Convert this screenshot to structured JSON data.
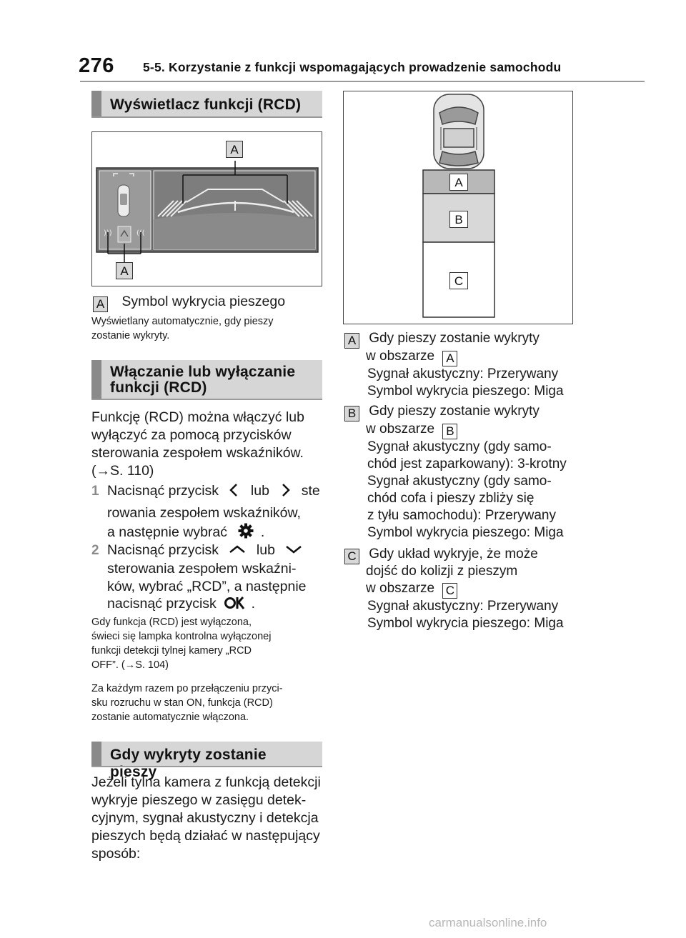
{
  "page": {
    "number": "276",
    "chapter": "5-5. Korzystanie z funkcji wspomagających prowadzenie samochodu"
  },
  "left": {
    "h1": "Wyświetlacz funkcji (RCD)",
    "fig_label_top": "A",
    "fig_label_bottom": "A",
    "legend_tag": "A",
    "legend_text": "Symbol wykrycia pieszego",
    "legend_note_1": "Wyświetlany automatycznie, gdy pieszy",
    "legend_note_2": "zostanie wykryty.",
    "h2_line1": "Włączanie lub wyłączanie",
    "h2_line2": "funkcji (RCD)",
    "p1_l1": "Funkcję (RCD) można włączyć lub",
    "p1_l2": "wyłączyć za pomocą przycisków",
    "p1_l3": "sterowania zespołem wskaźników.",
    "p1_l4": "(→S. 110)",
    "step1_num": "1",
    "step1_a": "Nacisnąć przycisk",
    "step1_b": "lub",
    "step1_c": "ste",
    "step1_l2": "rowania zespołem wskaźników,",
    "step1_l3a": "a następnie wybrać",
    "step1_l3b": ".",
    "step2_num": "2",
    "step2_a": "Nacisnąć przycisk",
    "step2_b": "lub",
    "step2_l2": "sterowania zespołem wskaźni-",
    "step2_l3": "ków, wybrać „RCD”, a następnie",
    "step2_l4a": "nacisnąć przycisk",
    "step2_l4b": ".",
    "note1_l1": "Gdy funkcja (RCD) jest wyłączona,",
    "note1_l2": "świeci się lampka kontrolna wyłączonej",
    "note1_l3": "funkcji detekcji tylnej kamery „RCD",
    "note1_l4": "OFF”. (→S. 104)",
    "note2_l1": "Za każdym razem po przełączeniu przyci-",
    "note2_l2": "sku rozruchu w stan ON, funkcja (RCD)",
    "note2_l3": "zostanie automatycznie włączona.",
    "h3": "Gdy wykryty zostanie pieszy",
    "p2_l1": "Jeżeli tylna kamera z funkcją detekcji",
    "p2_l2": "wykryje pieszego w zasięgu detek-",
    "p2_l3": "cyjnym, sygnał akustyczny i detekcja",
    "p2_l4": "pieszych będą działać w następujący",
    "p2_l5": "sposób:"
  },
  "right": {
    "zone_a": "A",
    "zone_b": "B",
    "zone_c": "C",
    "itemA_tag": "A",
    "itemA_l1": "Gdy pieszy zostanie wykryty",
    "itemA_l2": "w obszarze",
    "itemA_l2_tag": "A",
    "itemA_l3": "Sygnał akustyczny: Przerywany",
    "itemA_l4": "Symbol wykrycia pieszego: Miga",
    "itemB_tag": "B",
    "itemB_l1": "Gdy pieszy zostanie wykryty",
    "itemB_l2": "w obszarze",
    "itemB_l2_tag": "B",
    "itemB_l3": "Sygnał akustyczny (gdy samo-",
    "itemB_l4": "chód jest zaparkowany): 3-krotny",
    "itemB_l5": "Sygnał akustyczny (gdy samo-",
    "itemB_l6": "chód cofa i pieszy zbliży się",
    "itemB_l7": "z tyłu samochodu): Przerywany",
    "itemB_l8": "Symbol wykrycia pieszego: Miga",
    "itemC_tag": "C",
    "itemC_l1": "Gdy układ wykryje, że może",
    "itemC_l2": "dojść do kolizji z pieszym",
    "itemC_l3": "w obszarze",
    "itemC_l3_tag": "C",
    "itemC_l4": "Sygnał akustyczny: Przerywany",
    "itemC_l5": "Symbol wykrycia pieszego: Miga"
  },
  "watermark": "carmanualsonline.info"
}
